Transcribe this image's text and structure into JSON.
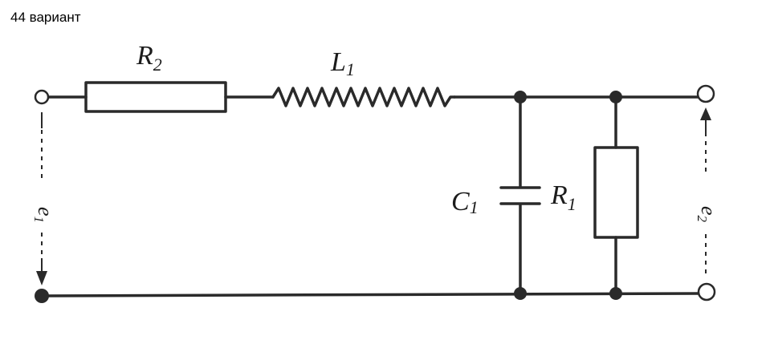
{
  "header": {
    "title": "44 вариант"
  },
  "circuit": {
    "components": [
      {
        "id": "R2",
        "kind": "resistor",
        "letter": "R",
        "index": "2"
      },
      {
        "id": "L1",
        "kind": "inductor",
        "letter": "L",
        "index": "1"
      },
      {
        "id": "C1",
        "kind": "capacitor",
        "letter": "C",
        "index": "1"
      },
      {
        "id": "R1",
        "kind": "resistor",
        "letter": "R",
        "index": "1"
      }
    ],
    "sources": {
      "input": {
        "letter": "e",
        "index": "1"
      },
      "output": {
        "letter": "e",
        "index": "2"
      }
    }
  }
}
